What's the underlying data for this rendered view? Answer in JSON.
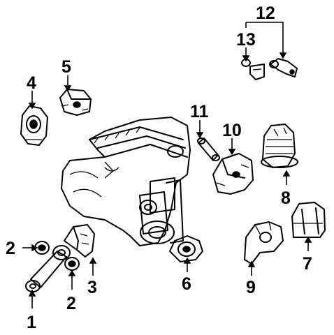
{
  "callouts": [
    {
      "id": "1",
      "label": "1"
    },
    {
      "id": "2a",
      "label": "2"
    },
    {
      "id": "2b",
      "label": "2"
    },
    {
      "id": "3",
      "label": "3"
    },
    {
      "id": "4",
      "label": "4"
    },
    {
      "id": "5",
      "label": "5"
    },
    {
      "id": "6",
      "label": "6"
    },
    {
      "id": "7",
      "label": "7"
    },
    {
      "id": "8",
      "label": "8"
    },
    {
      "id": "9",
      "label": "9"
    },
    {
      "id": "10",
      "label": "10"
    },
    {
      "id": "11",
      "label": "11"
    },
    {
      "id": "12",
      "label": "12"
    },
    {
      "id": "13",
      "label": "13"
    }
  ]
}
